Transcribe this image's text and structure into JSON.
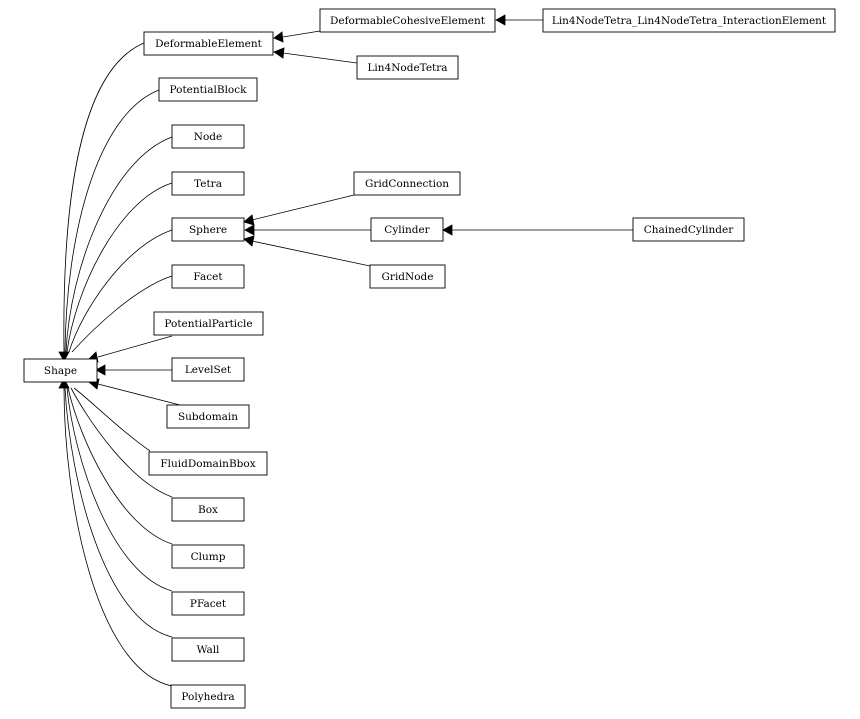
{
  "diagram": {
    "nodes": {
      "shape": "Shape",
      "deformable_element": "DeformableElement",
      "potential_block": "PotentialBlock",
      "node": "Node",
      "tetra": "Tetra",
      "sphere": "Sphere",
      "facet": "Facet",
      "potential_particle": "PotentialParticle",
      "level_set": "LevelSet",
      "subdomain": "Subdomain",
      "fluid_domain_bbox": "FluidDomainBbox",
      "box": "Box",
      "clump": "Clump",
      "pfacet": "PFacet",
      "wall": "Wall",
      "polyhedra": "Polyhedra",
      "deformable_cohesive_element": "DeformableCohesiveElement",
      "lin4_node_tetra": "Lin4NodeTetra",
      "lin4_interaction_element": "Lin4NodeTetra_Lin4NodeTetra_InteractionElement",
      "grid_connection": "GridConnection",
      "cylinder": "Cylinder",
      "grid_node": "GridNode",
      "chained_cylinder": "ChainedCylinder"
    },
    "edges": [
      {
        "from": "deformable_element",
        "to": "shape"
      },
      {
        "from": "potential_block",
        "to": "shape"
      },
      {
        "from": "node",
        "to": "shape"
      },
      {
        "from": "tetra",
        "to": "shape"
      },
      {
        "from": "sphere",
        "to": "shape"
      },
      {
        "from": "facet",
        "to": "shape"
      },
      {
        "from": "potential_particle",
        "to": "shape"
      },
      {
        "from": "level_set",
        "to": "shape"
      },
      {
        "from": "subdomain",
        "to": "shape"
      },
      {
        "from": "fluid_domain_bbox",
        "to": "shape"
      },
      {
        "from": "box",
        "to": "shape"
      },
      {
        "from": "clump",
        "to": "shape"
      },
      {
        "from": "pfacet",
        "to": "shape"
      },
      {
        "from": "wall",
        "to": "shape"
      },
      {
        "from": "polyhedra",
        "to": "shape"
      },
      {
        "from": "deformable_cohesive_element",
        "to": "deformable_element"
      },
      {
        "from": "lin4_node_tetra",
        "to": "deformable_element"
      },
      {
        "from": "lin4_interaction_element",
        "to": "deformable_cohesive_element"
      },
      {
        "from": "grid_connection",
        "to": "sphere"
      },
      {
        "from": "cylinder",
        "to": "sphere"
      },
      {
        "from": "grid_node",
        "to": "sphere"
      },
      {
        "from": "chained_cylinder",
        "to": "cylinder"
      }
    ]
  }
}
